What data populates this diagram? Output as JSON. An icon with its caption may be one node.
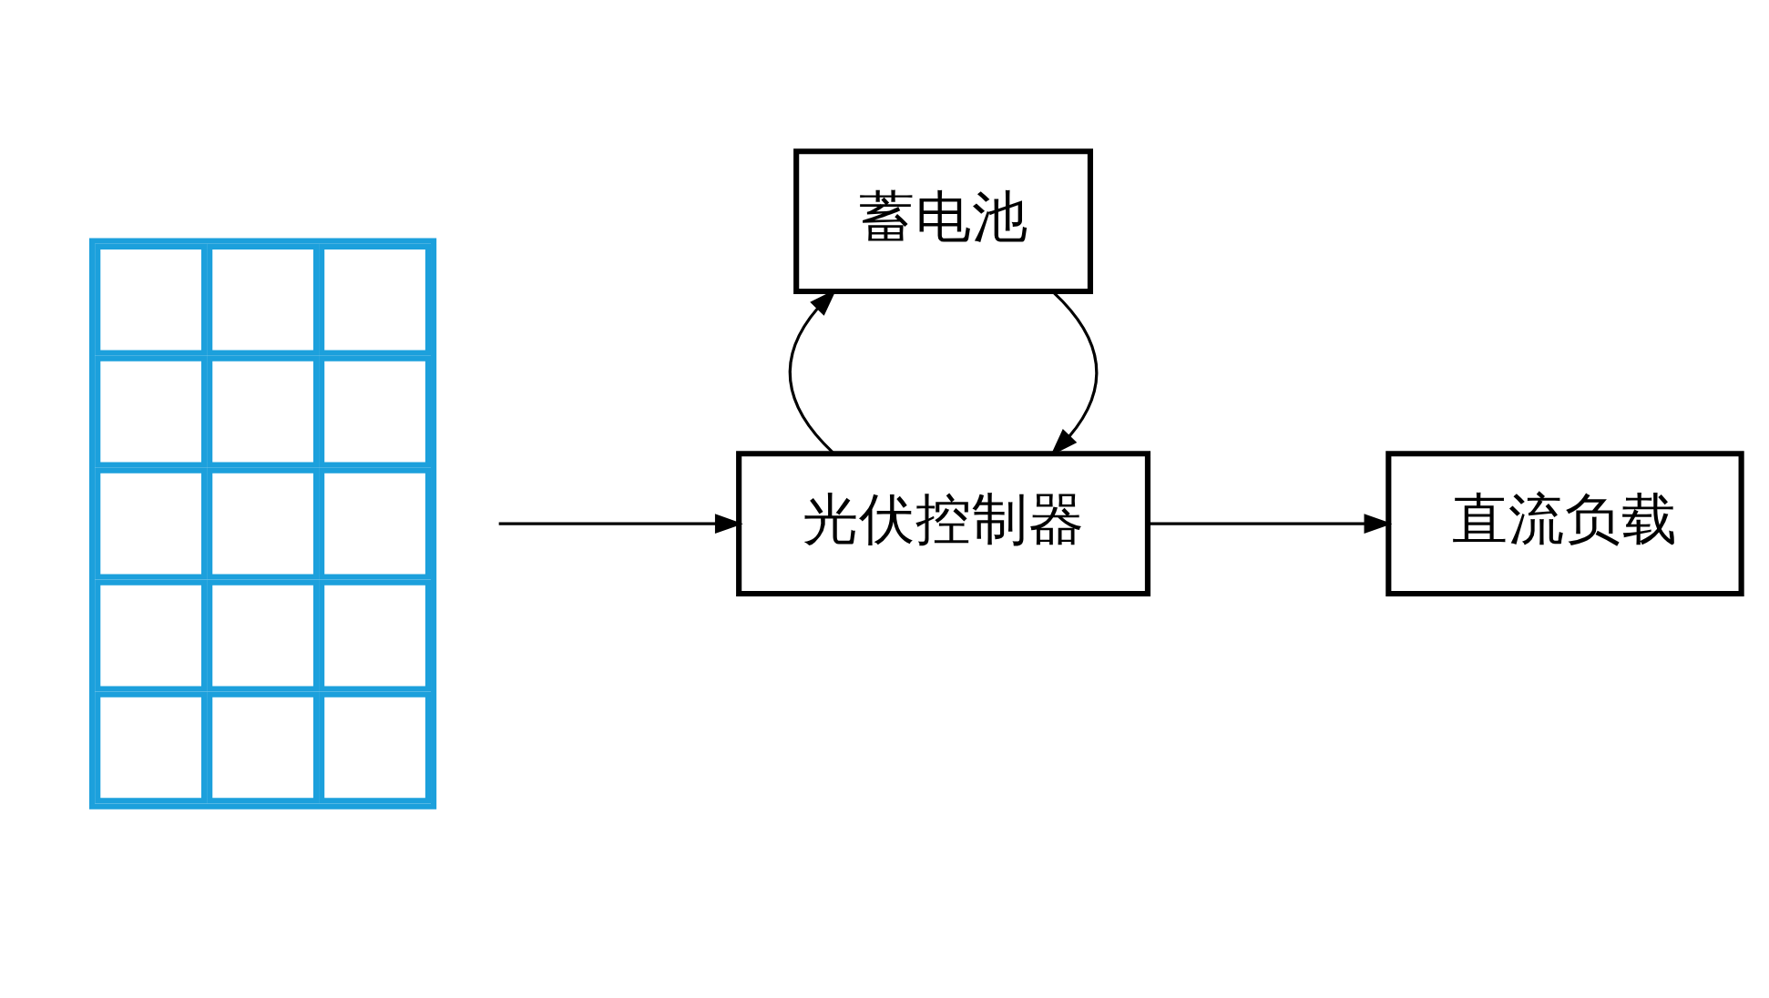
{
  "diagram": {
    "nodes": [
      {
        "text": [],
        "shape": "picture"
      },
      {
        "text": [
          "光伏控制器"
        ]
      },
      {
        "text": [
          "直流负载"
        ]
      },
      {
        "text": [
          "蓄电池"
        ]
      }
    ],
    "edges": [
      {
        "from": 0,
        "to": 1,
        "arrow": "to"
      },
      {
        "from": 1,
        "to": 2,
        "arrow": "to"
      },
      {
        "from": 3,
        "to": 1,
        "arrow": "to"
      },
      {
        "from": 1,
        "to": 3,
        "arrow": "to"
      }
    ]
  }
}
